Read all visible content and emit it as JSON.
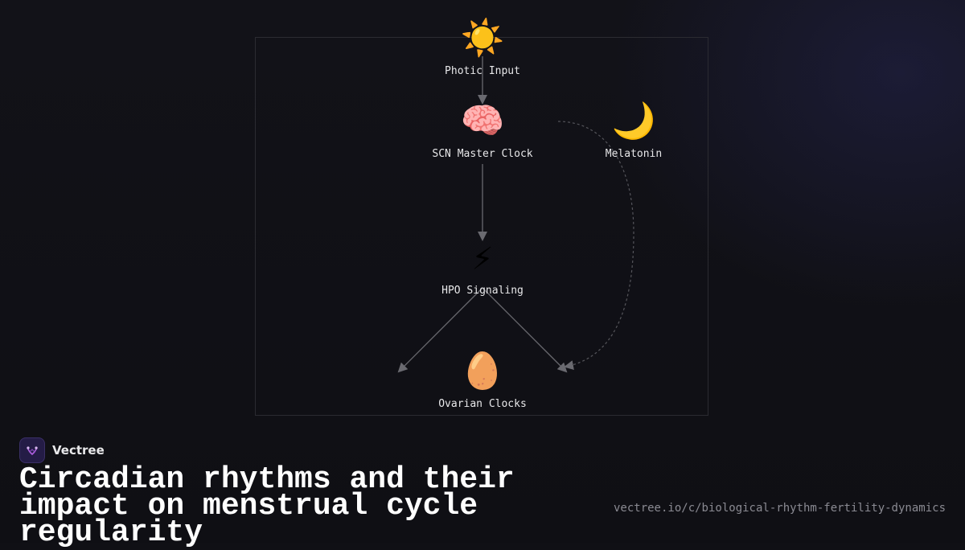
{
  "diagram": {
    "nodes": {
      "photic": {
        "icon": "☀️",
        "icon_name": "sun-icon",
        "label": "Photic Input"
      },
      "scn": {
        "icon": "🧠",
        "icon_name": "brain-icon",
        "label": "SCN Master Clock"
      },
      "melatonin": {
        "icon": "🌙",
        "icon_name": "crescent-moon-icon",
        "label": "Melatonin"
      },
      "hpo": {
        "icon": "⚡",
        "icon_name": "lightning-icon",
        "label": "HPO Signaling"
      },
      "ovarian": {
        "icon": "🥚",
        "icon_name": "egg-icon",
        "label": "Ovarian Clocks"
      }
    },
    "edges": [
      {
        "from": "Photic Input",
        "to": "SCN Master Clock",
        "style": "solid"
      },
      {
        "from": "SCN Master Clock",
        "to": "HPO Signaling",
        "style": "solid"
      },
      {
        "from": "HPO Signaling",
        "to": "Ovarian Clocks",
        "style": "solid"
      },
      {
        "from": "SCN Master Clock",
        "to": "Ovarian Clocks",
        "style": "dashed"
      }
    ]
  },
  "footer": {
    "brand": "Vectree",
    "title": "Circadian rhythms and their impact on menstrual cycle regularity",
    "url": "vectree.io/c/biological-rhythm-fertility-dynamics"
  },
  "colors": {
    "background": "#101015",
    "edge": "#6a6a70",
    "dashed_edge": "#55555b",
    "text": "#e8e8ea",
    "logo_bg": "#241c46",
    "logo_accent": "#b060e0"
  }
}
